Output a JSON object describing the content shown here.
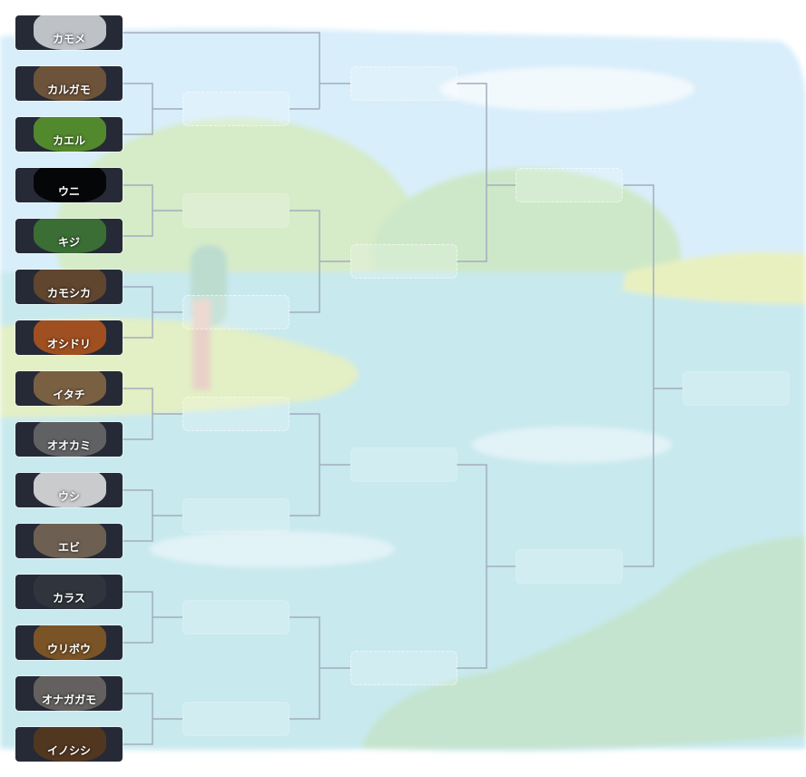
{
  "bracket": {
    "entries": [
      {
        "name": "カモメ",
        "color": "#d9dde0"
      },
      {
        "name": "カルガモ",
        "color": "#7a5a3a"
      },
      {
        "name": "カエル",
        "color": "#5c9a2c"
      },
      {
        "name": "ウニ",
        "color": "#000000"
      },
      {
        "name": "キジ",
        "color": "#3f7a34"
      },
      {
        "name": "カモシカ",
        "color": "#6b4a2e"
      },
      {
        "name": "オシドリ",
        "color": "#b5561c"
      },
      {
        "name": "イタチ",
        "color": "#8a6a44"
      },
      {
        "name": "オオカミ",
        "color": "#6b6b6b"
      },
      {
        "name": "ウシ",
        "color": "#e8e8e8"
      },
      {
        "name": "エビ",
        "color": "#7a6a58"
      },
      {
        "name": "カラス",
        "color": "#33363d"
      },
      {
        "name": "ウリボウ",
        "color": "#8a5a24"
      },
      {
        "name": "オナガガモ",
        "color": "#6e6a66"
      },
      {
        "name": "イノシシ",
        "color": "#5a3a1c"
      }
    ]
  }
}
